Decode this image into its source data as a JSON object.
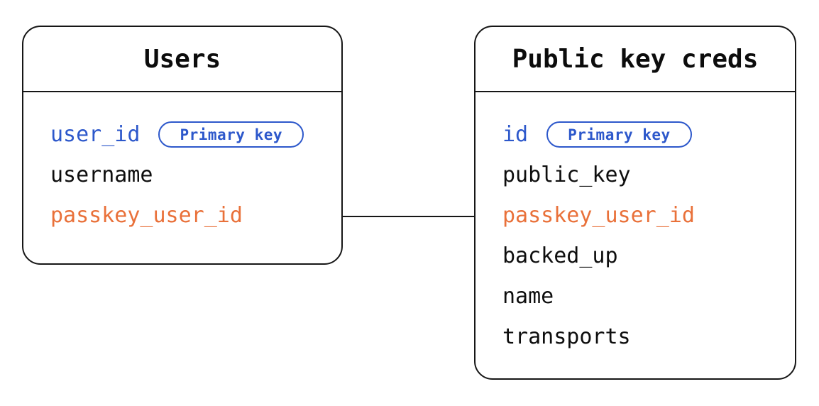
{
  "tables": [
    {
      "id": "users",
      "title": "Users",
      "fields": [
        {
          "name": "user_id",
          "role": "primary-key",
          "badge": "Primary key"
        },
        {
          "name": "username",
          "role": "column",
          "badge": null
        },
        {
          "name": "passkey_user_id",
          "role": "foreign-key",
          "badge": null
        }
      ]
    },
    {
      "id": "public-key-creds",
      "title": "Public key creds",
      "fields": [
        {
          "name": "id",
          "role": "primary-key",
          "badge": "Primary key"
        },
        {
          "name": "public_key",
          "role": "column",
          "badge": null
        },
        {
          "name": "passkey_user_id",
          "role": "foreign-key",
          "badge": null
        },
        {
          "name": "backed_up",
          "role": "column",
          "badge": null
        },
        {
          "name": "name",
          "role": "column",
          "badge": null
        },
        {
          "name": "transports",
          "role": "column",
          "badge": null
        }
      ]
    }
  ],
  "relationship": {
    "from_table": "Users",
    "from_field": "passkey_user_id",
    "to_table": "Public key creds",
    "to_field": "passkey_user_id"
  },
  "colors": {
    "primary_key_blue": "#2d58cb",
    "foreign_key_orange": "#e9713a",
    "line_black": "#161616",
    "background": "#ffffff"
  }
}
